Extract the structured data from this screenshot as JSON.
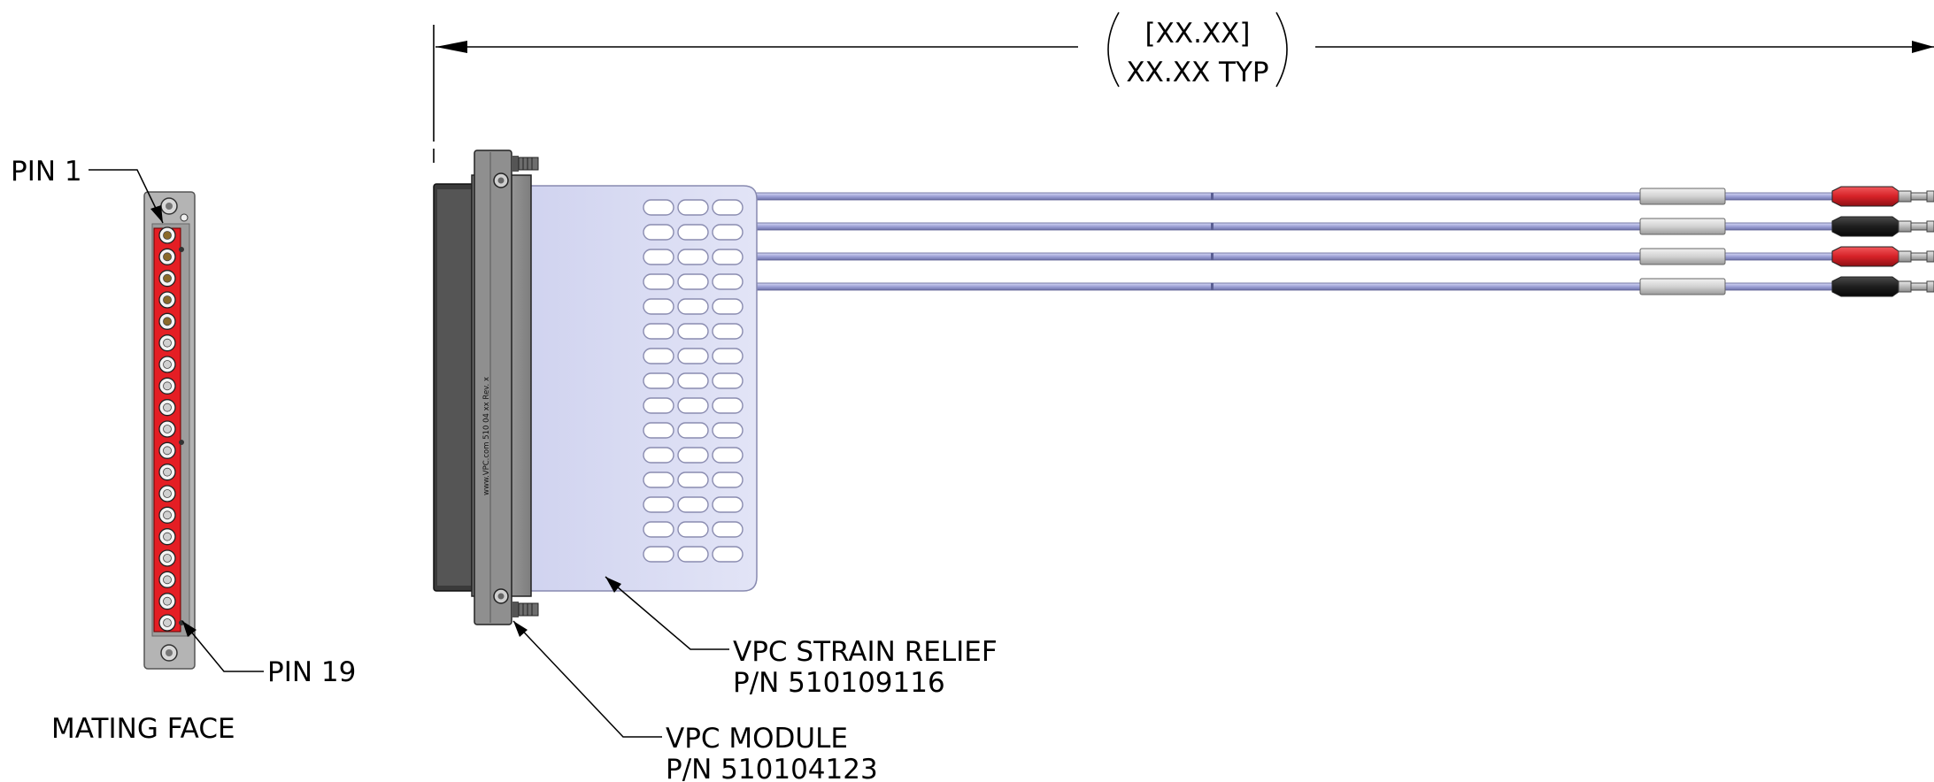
{
  "dimension": {
    "value_bracket": "[XX.XX]",
    "value_typ": "XX.XX TYP"
  },
  "pin_labels": {
    "pin1": "PIN 1",
    "pin19": "PIN 19"
  },
  "mating_face_label": "MATING FACE",
  "strain_relief": {
    "name": "VPC STRAIN RELIEF",
    "part_number": "P/N 510109116"
  },
  "module": {
    "name": "VPC MODULE",
    "part_number": "P/N 510104123",
    "body_text": "www.VPC.com 510 04 xx Rev. x"
  },
  "pin_count": 19,
  "strain_relief_slots": {
    "rows": 15,
    "columns": 3
  },
  "cable_end_colors": [
    "red",
    "black",
    "red",
    "black"
  ],
  "colors": {
    "pin_face_red": "#e41e24",
    "plug_red": "#d62228",
    "plug_black": "#1e1e1e",
    "module_gray": "#8f8f8f",
    "strain_relief_fill": "#dadcf2",
    "cable": "#a9acd8"
  }
}
